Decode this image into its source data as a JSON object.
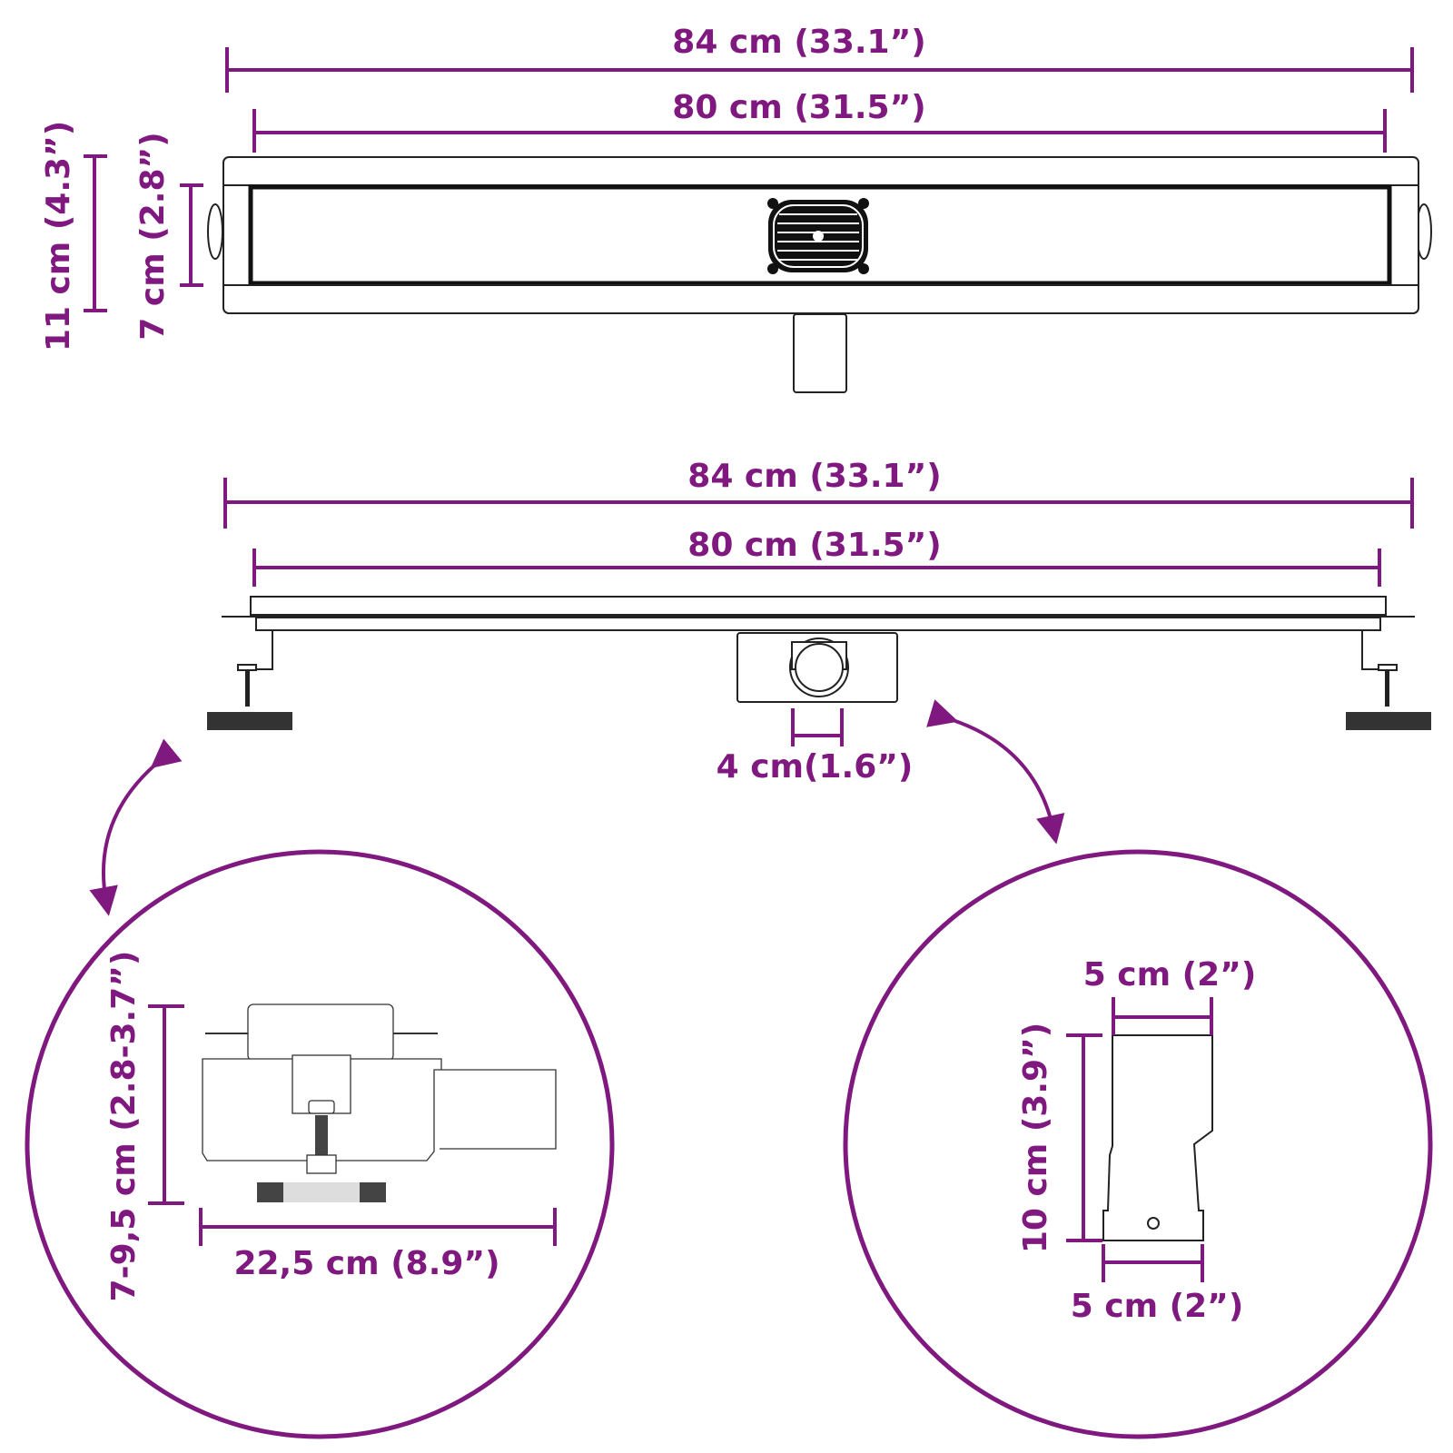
{
  "colors": {
    "dimension": "#80197f",
    "drawing": "#222222"
  },
  "top_view": {
    "overall_length": "84 cm (33.1”)",
    "inner_length": "80 cm (31.5”)",
    "overall_width": "11 cm (4.3”)",
    "inner_width": "7 cm (2.8”)"
  },
  "side_view": {
    "overall_length": "84 cm (33.1”)",
    "inner_length": "80 cm (31.5”)",
    "outlet_width": "4 cm(1.6”)"
  },
  "detail_left": {
    "height_range": "7-9,5 cm (2.8-3.7”)",
    "depth": "22,5 cm (8.9”)"
  },
  "detail_right": {
    "top_width": "5 cm (2”)",
    "height": "10 cm (3.9”)",
    "bottom_width": "5 cm (2”)"
  }
}
